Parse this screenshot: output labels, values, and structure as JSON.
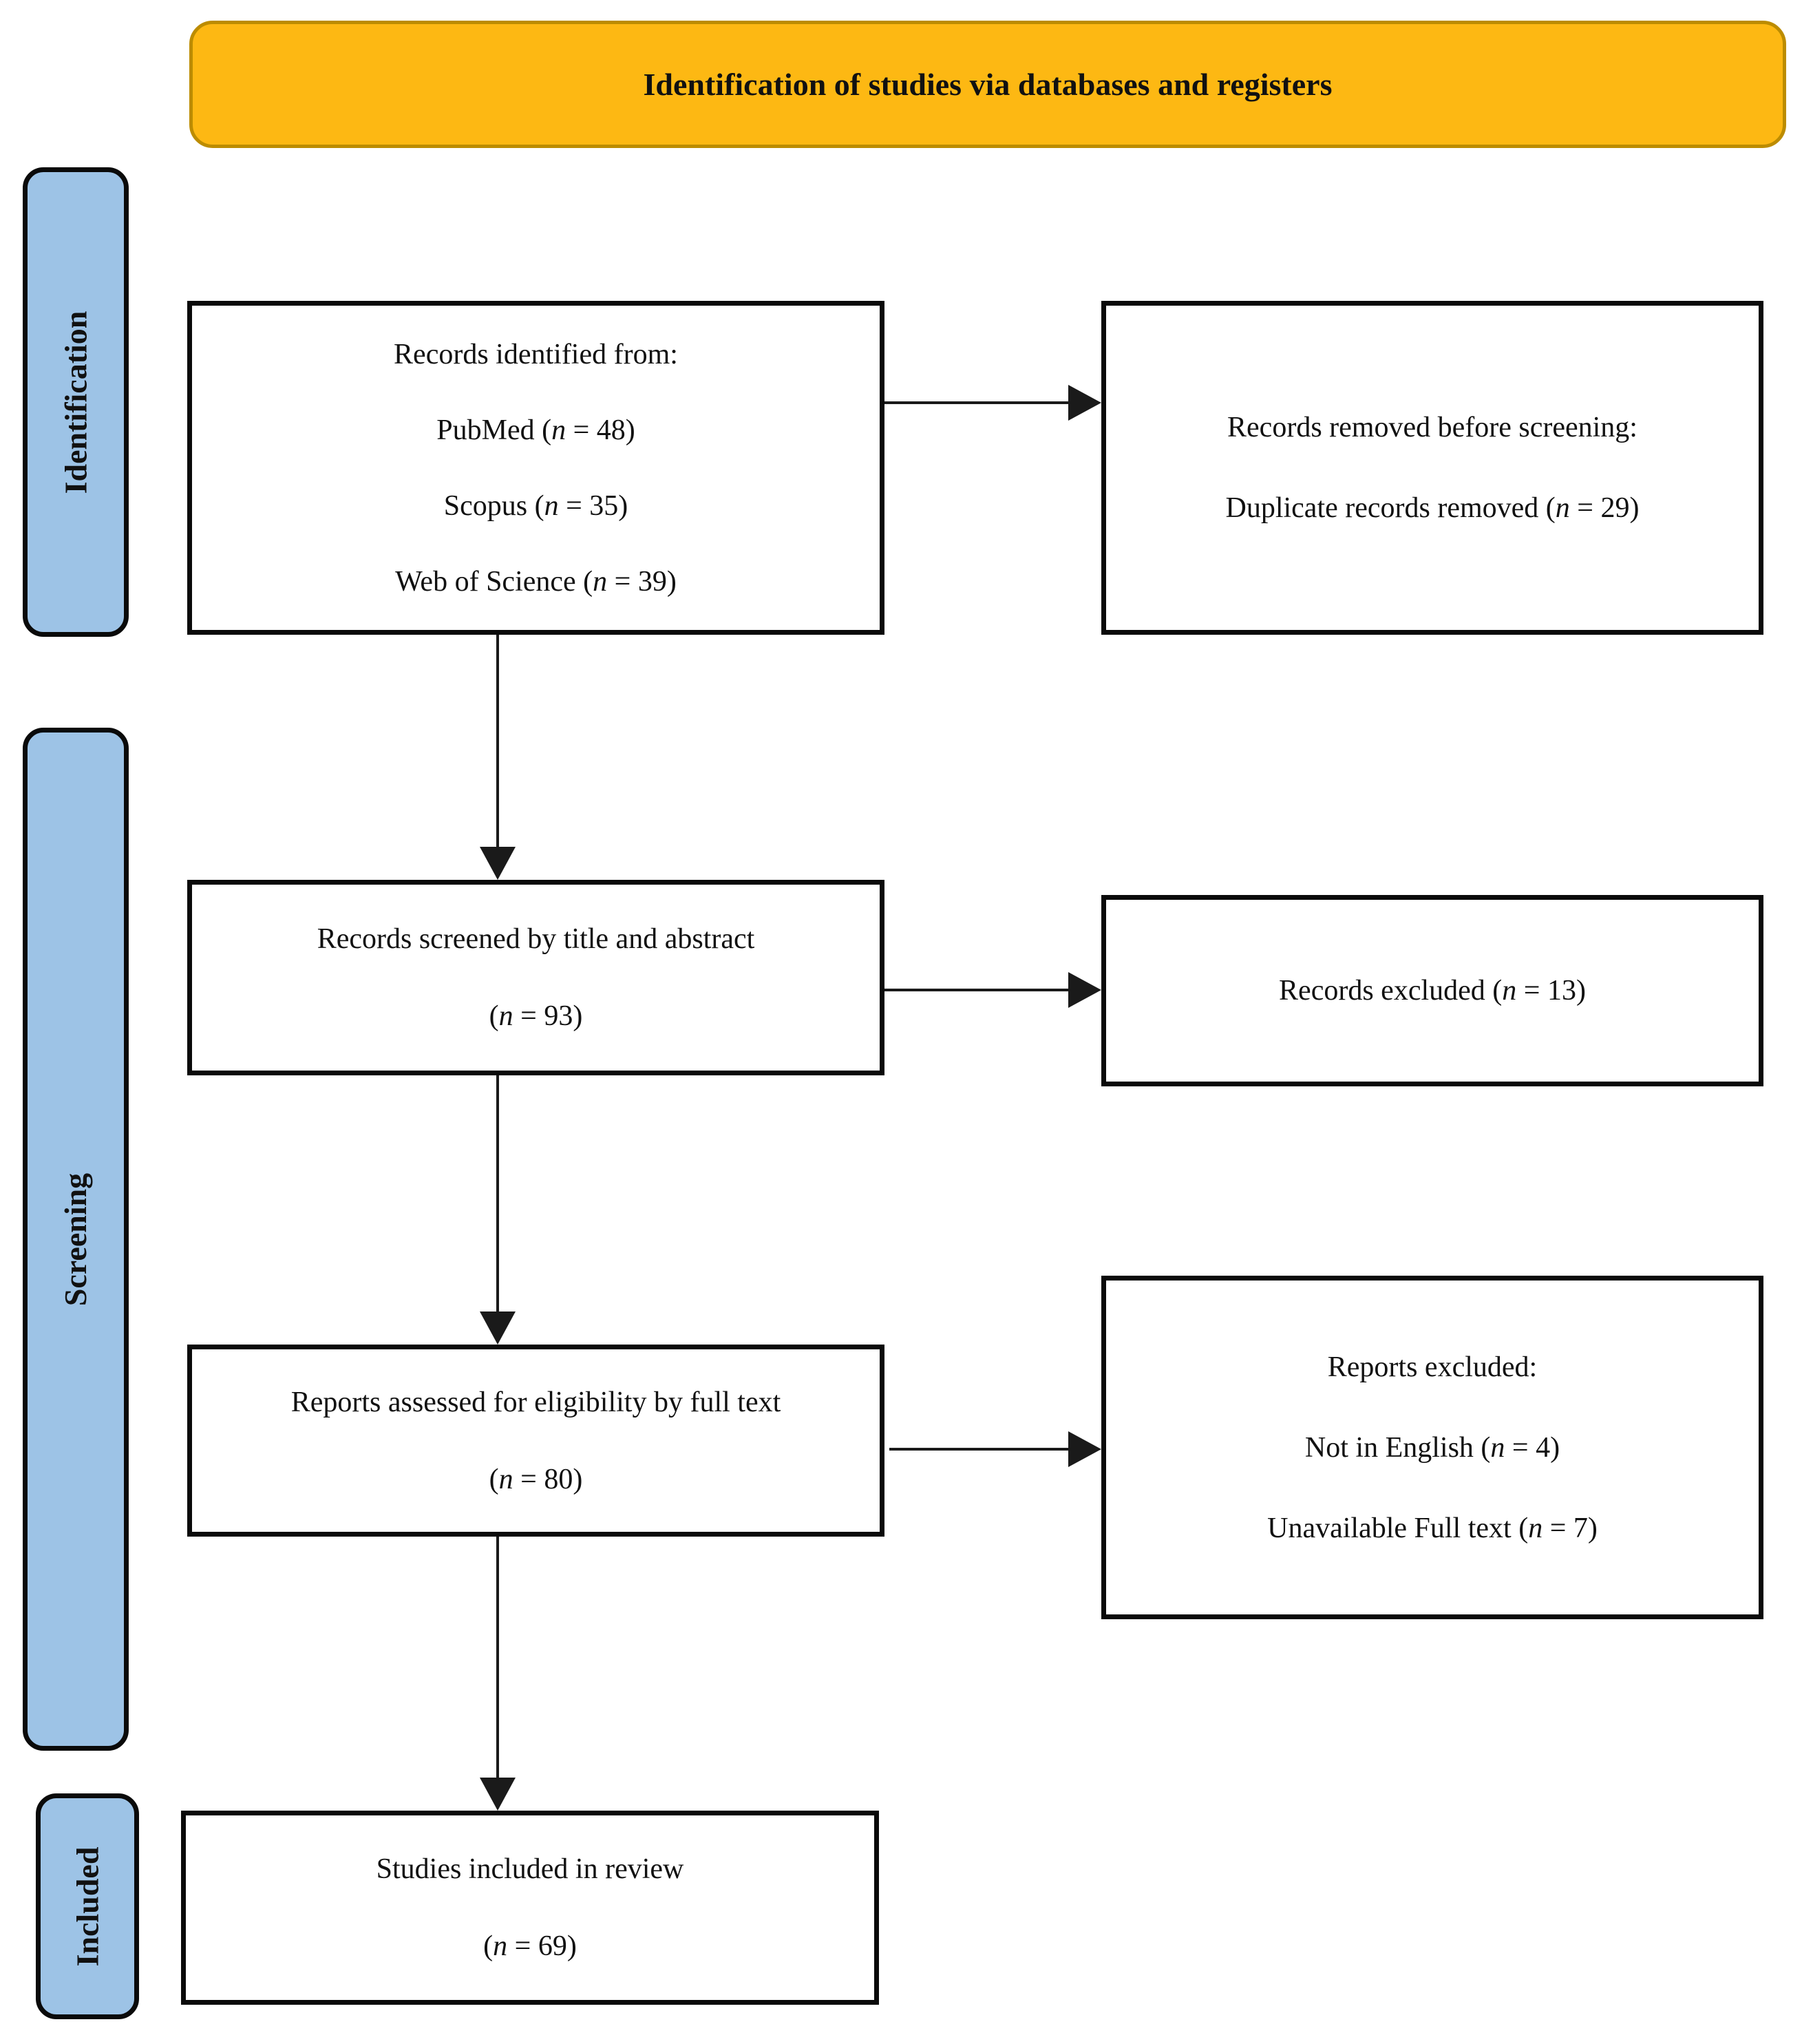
{
  "banner": {
    "title": "Identification of studies via databases and registers"
  },
  "stages": {
    "identification": "Identification",
    "screening": "Screening",
    "included": "Included"
  },
  "colors": {
    "banner_fill": "#FDB813",
    "banner_border": "#BC8C00",
    "stage_fill": "#9DC3E6",
    "box_fill": "#FFFFFF",
    "box_border": "#0A0A0A",
    "arrow": "#1A1A1A"
  },
  "boxes": {
    "records_identified": {
      "lines": [
        "Records identified from:",
        [
          {
            "t": "PubMed ("
          },
          {
            "t": "n",
            "i": true
          },
          {
            "t": " = 48)"
          }
        ],
        [
          {
            "t": "Scopus ("
          },
          {
            "t": "n",
            "i": true
          },
          {
            "t": " = 35)"
          }
        ],
        [
          {
            "t": "Web of Science ("
          },
          {
            "t": "n",
            "i": true
          },
          {
            "t": " = 39)"
          }
        ]
      ]
    },
    "records_removed": {
      "lines": [
        "Records removed before screening:",
        [
          {
            "t": "Duplicate records removed ("
          },
          {
            "t": "n",
            "i": true
          },
          {
            "t": " = 29)"
          }
        ]
      ]
    },
    "records_screened": {
      "lines": [
        "Records screened by title and abstract",
        [
          {
            "t": "("
          },
          {
            "t": "n",
            "i": true
          },
          {
            "t": " = 93)"
          }
        ]
      ]
    },
    "records_excluded": {
      "lines": [
        [
          {
            "t": "Records excluded ("
          },
          {
            "t": "n",
            "i": true
          },
          {
            "t": " = 13)"
          }
        ]
      ]
    },
    "reports_assessed": {
      "lines": [
        "Reports assessed for eligibility by full text",
        [
          {
            "t": "("
          },
          {
            "t": "n",
            "i": true
          },
          {
            "t": " = 80)"
          }
        ]
      ]
    },
    "reports_excluded": {
      "lines": [
        "Reports excluded:",
        [
          {
            "t": "Not in English ("
          },
          {
            "t": "n",
            "i": true
          },
          {
            "t": " = 4)"
          }
        ],
        [
          {
            "t": "Unavailable Full text ("
          },
          {
            "t": "n",
            "i": true
          },
          {
            "t": " = 7)"
          }
        ]
      ]
    },
    "studies_included": {
      "lines": [
        "Studies included in review",
        [
          {
            "t": "("
          },
          {
            "t": "n",
            "i": true
          },
          {
            "t": " = 69)"
          }
        ]
      ]
    }
  }
}
